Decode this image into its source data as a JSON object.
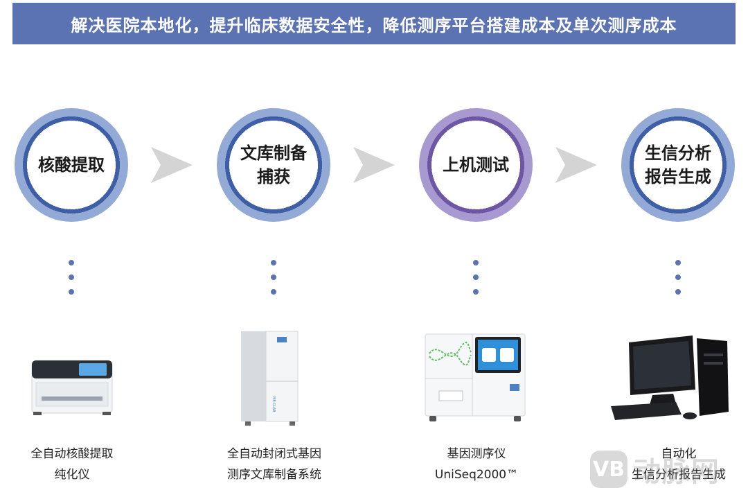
{
  "banner": {
    "title": "解决医院本地化，提升临床数据安全性，降低测序平台搭建成本及单次测序成本"
  },
  "steps": [
    {
      "lines": [
        "核酸提取"
      ],
      "ring_color": "blue"
    },
    {
      "lines": [
        "文库制备",
        "捕获"
      ],
      "ring_color": "blue"
    },
    {
      "lines": [
        "上机测试"
      ],
      "ring_color": "purple"
    },
    {
      "lines": [
        "生信分析",
        "报告生成"
      ],
      "ring_color": "blue"
    }
  ],
  "devices": [
    {
      "icon": "extraction-instrument-icon",
      "caption": [
        "全自动核酸提取",
        "纯化仪"
      ]
    },
    {
      "icon": "library-prep-system-icon",
      "caption": [
        "全自动封闭式基因",
        "测序文库制备系统"
      ]
    },
    {
      "icon": "sequencer-icon",
      "caption": [
        "基因测序仪",
        "UniSeq2000™"
      ]
    },
    {
      "icon": "desktop-computer-icon",
      "caption": [
        "自动化",
        "生信分析报告生成"
      ]
    }
  ],
  "colors": {
    "banner": "#5b73b3",
    "ring_blue": "#3e5ea6",
    "ring_purple": "#6d56a4",
    "arrow": "#d4d4d4",
    "dots": "#5b73b3"
  },
  "watermark": {
    "logo": "VB",
    "text": "动脉网"
  }
}
